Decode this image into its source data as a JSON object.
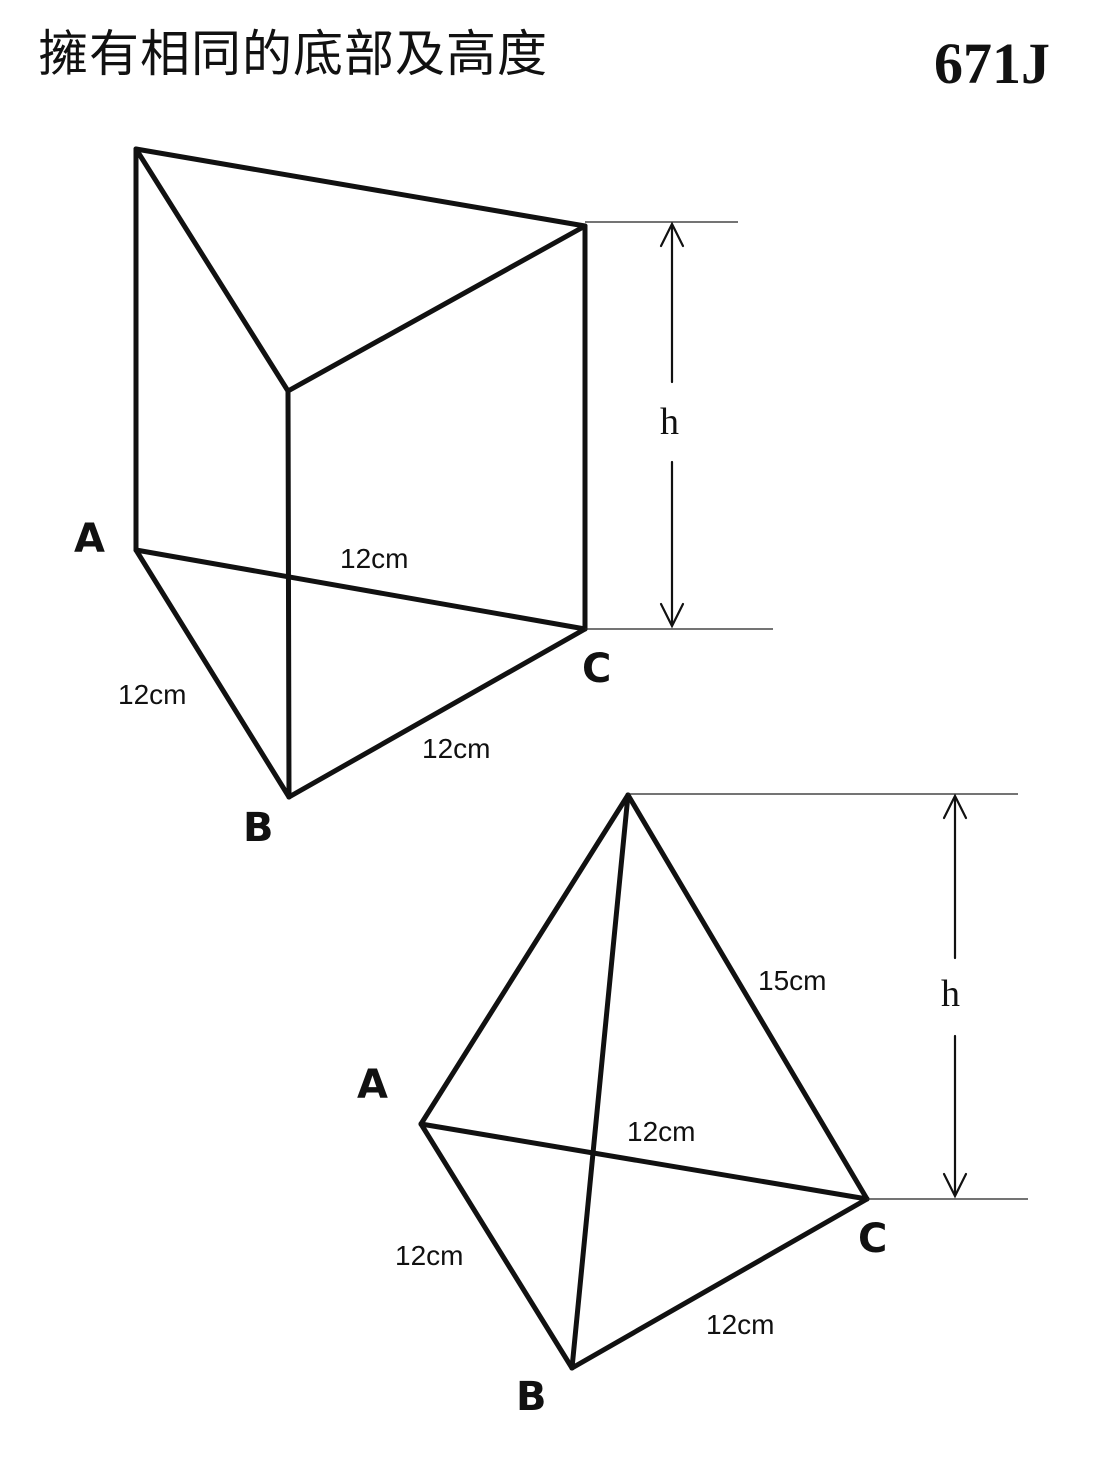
{
  "header": {
    "title": "擁有相同的底部及高度",
    "code": "671J"
  },
  "prism": {
    "vertices": {
      "a": "A",
      "b": "B",
      "c": "C"
    },
    "edges": {
      "ab": "12cm",
      "ac": "12cm",
      "bc": "12cm"
    },
    "height": "h"
  },
  "pyramid": {
    "vertices": {
      "a": "A",
      "b": "B",
      "c": "C"
    },
    "edges": {
      "ab": "12cm",
      "ac": "12cm",
      "bc": "12cm",
      "slant": "15cm"
    },
    "height": "h"
  }
}
